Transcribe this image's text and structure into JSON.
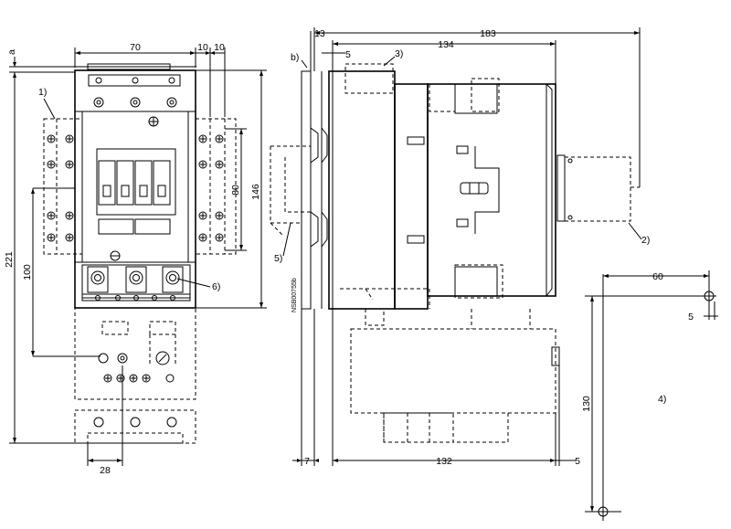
{
  "dimensions": {
    "front_width": "70",
    "front_gap_1": "10",
    "front_gap_2": "10",
    "front_total_height": "221",
    "front_lower_height": "100",
    "front_bottom_width": "28",
    "front_mid_80": "80",
    "front_mid_146": "146",
    "side_total": "183",
    "side_134": "134",
    "side_13": "13",
    "side_5_top": "5",
    "side_7": "7",
    "side_132": "132",
    "side_5_bottom": "5",
    "aux_60": "60",
    "aux_5": "5",
    "aux_130": "130",
    "top_a": "a"
  },
  "callouts": {
    "c1": "1)",
    "c2": "2)",
    "c3": "3)",
    "c4": "4)",
    "c5": "5)",
    "c6": "6)",
    "cb": "b)"
  },
  "drawing_code": "NSB00755b"
}
